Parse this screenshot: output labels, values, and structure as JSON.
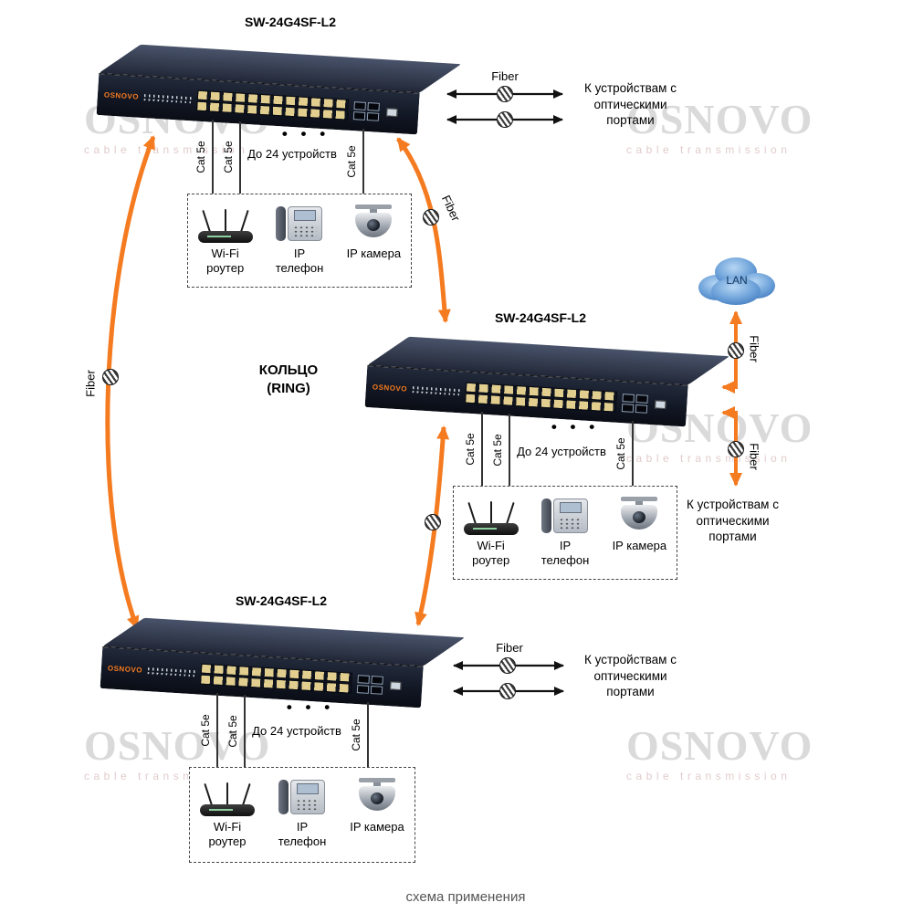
{
  "labels": {
    "model": "SW-24G4SF-L2",
    "brand": "OSNOVO",
    "fiber": "Fiber",
    "cat5e": "Cat 5e",
    "dots": "• • •",
    "up_to_devices": "До 24 устройств",
    "lan": "LAN",
    "caption": "схема применения"
  },
  "ring": {
    "line1": "КОЛЬЦО",
    "line2": "(RING)"
  },
  "optical": {
    "line1": "К устройствам с",
    "line2": "оптическими",
    "line3": "портами"
  },
  "devices": {
    "wifi": {
      "line1": "Wi-Fi",
      "line2": "роутер"
    },
    "phone": {
      "line1": "IP",
      "line2": "телефон"
    },
    "camera": {
      "line1": "IP камера",
      "line2": ""
    }
  },
  "watermark": {
    "title": "OSNOVO",
    "subtitle": "cable transmission"
  },
  "colors": {
    "accent_orange": "#f57b20",
    "switch_body": "#161b26",
    "cloud_blue": "#5f9bd8",
    "port_yellow": "#e2cf90"
  }
}
